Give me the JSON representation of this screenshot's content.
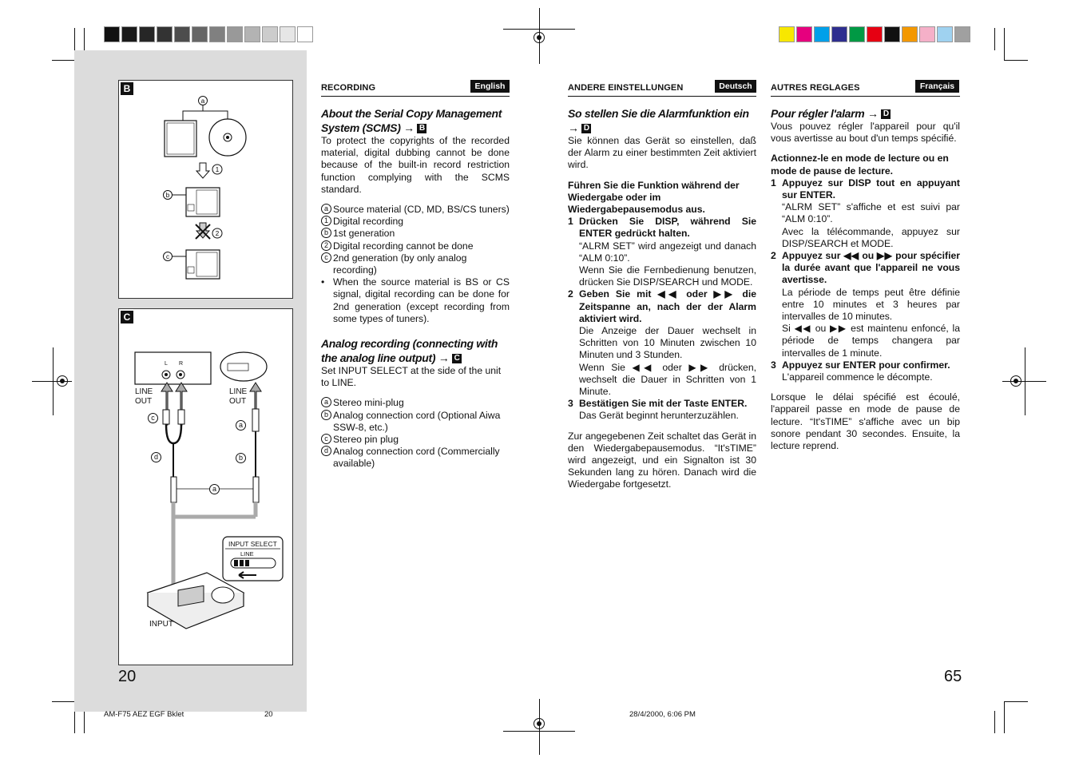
{
  "page": {
    "left_page_number": "20",
    "right_page_number": "65",
    "footer_left": "AM-F75 AEZ EGF Bklet",
    "footer_page": "20",
    "footer_date": "28/4/2000, 6:06 PM"
  },
  "color_bars": {
    "gray": [
      "#111111",
      "#1a1a1a",
      "#262626",
      "#333333",
      "#4d4d4d",
      "#666666",
      "#808080",
      "#999999",
      "#b3b3b3",
      "#cccccc",
      "#e6e6e6",
      "#ffffff"
    ],
    "color": [
      "#f7e700",
      "#e6007e",
      "#00a0e9",
      "#2e2e8f",
      "#009944",
      "#e60012",
      "#111111",
      "#f39800",
      "#f5b0c8",
      "#9fd2f0",
      "#a0a0a0"
    ]
  },
  "figures": {
    "b": {
      "letter": "B",
      "labels": {
        "a": "a",
        "b": "b",
        "c": "c",
        "one": "1",
        "two": "2"
      }
    },
    "c": {
      "letter": "C",
      "labels": {
        "tuner_l": "L",
        "tuner_r": "R",
        "line_out_left": "LINE\nOUT",
        "line_out_right": "LINE\nOUT",
        "c": "c",
        "a1": "a",
        "d": "d",
        "b": "b",
        "a2": "a",
        "input_select": "INPUT SELECT",
        "line": "LINE",
        "input": "INPUT"
      }
    }
  },
  "english": {
    "header": "RECORDING",
    "lang": "English",
    "s1_title": "About the Serial Copy Management System (SCMS) →",
    "s1_box": "B",
    "s1_body": "To protect the copyrights of the recorded material, digital dubbing cannot be done because of the built-in record restriction function complying with the SCMS standard.",
    "s1_items": [
      {
        "mk": "a",
        "text": "Source material (CD, MD, BS/CS tuners)"
      },
      {
        "mk": "1",
        "text": "Digital recording"
      },
      {
        "mk": "b",
        "text": "1st generation"
      },
      {
        "mk": "2",
        "text": "Digital recording cannot be done"
      },
      {
        "mk": "c",
        "text": "2nd generation (by only analog recording)"
      }
    ],
    "s1_bullet": "When the source material is BS or CS signal, digital recording can be done for 2nd generation (except recording from some types of tuners).",
    "s2_title": "Analog recording (connecting with the analog line output) →",
    "s2_box": "C",
    "s2_body": "Set INPUT SELECT at the side of the unit to LINE.",
    "s2_items": [
      {
        "mk": "a",
        "text": "Stereo mini-plug"
      },
      {
        "mk": "b",
        "text": "Analog connection cord (Optional Aiwa SSW-8, etc.)"
      },
      {
        "mk": "c",
        "text": "Stereo pin plug"
      },
      {
        "mk": "d",
        "text": "Analog connection cord (Commercially available)"
      }
    ]
  },
  "deutsch": {
    "header": "ANDERE EINSTELLUNGEN",
    "lang": "Deutsch",
    "title": "So stellen Sie die Alarmfunktion ein →",
    "box": "D",
    "intro": "Sie können das Gerät so einstellen, daß der Alarm zu einer bestimmten Zeit aktiviert wird.",
    "lead": "Führen Sie die Funktion während der Wiedergabe oder im Wiedergabepausemodus aus.",
    "steps": [
      {
        "n": "1",
        "head": "Drücken Sie DISP, während Sie ENTER gedrückt halten.",
        "body": [
          "“ALRM SET” wird angezeigt und danach “ALM 0:10”.",
          "Wenn Sie die Fernbedienung benutzen, drücken Sie DISP/SEARCH und MODE."
        ]
      },
      {
        "n": "2",
        "head": "Geben Sie mit ◀◀ oder ▶▶ die Zeitspanne an, nach der der Alarm aktiviert wird.",
        "body": [
          "Die Anzeige der Dauer wechselt in Schritten von 10 Minuten zwischen 10 Minuten und 3 Stunden.",
          "Wenn Sie ◀◀ oder ▶▶ drücken, wechselt die Dauer in Schritten von 1 Minute."
        ]
      },
      {
        "n": "3",
        "head": "Bestätigen Sie mit der Taste ENTER.",
        "body": [
          "Das Gerät beginnt herunterzuzählen."
        ]
      }
    ],
    "outro": "Zur angegebenen Zeit schaltet das Gerät in den Wiedergabepausemodus. “It'sTIME” wird angezeigt, und ein Signalton ist 30 Sekunden lang zu hören. Danach wird die Wiedergabe fortgesetzt."
  },
  "francais": {
    "header": "AUTRES REGLAGES",
    "lang": "Français",
    "title": "Pour régler l'alarm →",
    "box": "D",
    "intro": "Vous pouvez régler l'appareil pour qu'il vous avertisse au bout d'un temps spécifié.",
    "lead": "Actionnez-le en mode de lecture ou en mode de pause de lecture.",
    "steps": [
      {
        "n": "1",
        "head": "Appuyez sur DISP tout en appuyant sur ENTER.",
        "body": [
          "“ALRM SET” s'affiche et est suivi par “ALM 0:10”.",
          "Avec la télécommande, appuyez sur DISP/SEARCH et MODE."
        ]
      },
      {
        "n": "2",
        "head": "Appuyez sur ◀◀ ou ▶▶ pour spécifier la durée avant que l'appareil ne vous avertisse.",
        "body": [
          "La période de temps peut être définie entre 10 minutes et 3 heures par intervalles de 10 minutes.",
          "Si ◀◀ ou ▶▶ est maintenu enfoncé, la période de temps changera par intervalles de 1 minute."
        ]
      },
      {
        "n": "3",
        "head": "Appuyez sur ENTER pour confirmer.",
        "body": [
          "L'appareil commence le décompte."
        ]
      }
    ],
    "outro": "Lorsque le délai spécifié est écoulé, l'appareil passe en mode de pause de lecture. “It'sTIME” s'affiche avec un bip sonore pendant 30 secondes. Ensuite, la lecture reprend."
  }
}
